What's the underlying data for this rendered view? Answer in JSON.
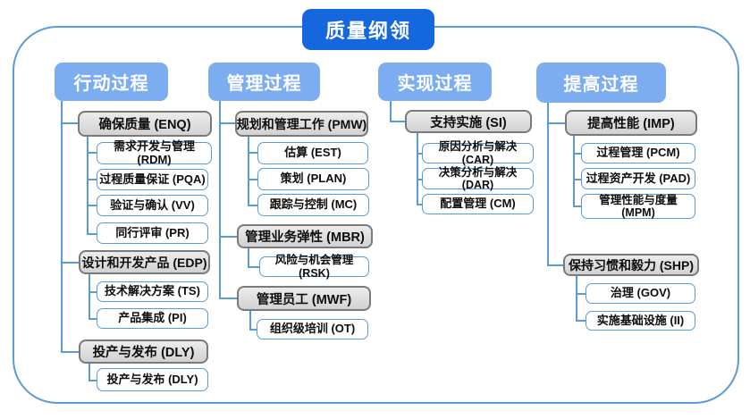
{
  "title": "质量纲领",
  "colors": {
    "title_bg": "#1567dd",
    "header_bg": "#7dadf1",
    "connector_line": "#5b9bd5",
    "group_box_fill": "#dcdcdc",
    "group_box_border": "#7a7a7a",
    "leaf_box_border": "#5b9bd5",
    "frame_border": "#5b9bd5",
    "text": "#0d0d0d"
  },
  "columns": [
    {
      "header": "行动过程",
      "groups": [
        {
          "label": "确保质量 (ENQ)",
          "children": [
            "需求开发与管理 (RDM)",
            "过程质量保证 (PQA)",
            "验证与确认 (VV)",
            "同行评审 (PR)"
          ]
        },
        {
          "label": "设计和开发产品 (EDP)",
          "children": [
            "技术解决方案 (TS)",
            "产品集成 (PI)"
          ]
        },
        {
          "label": "投产与发布 (DLY)",
          "children": [
            "投产与发布 (DLY)"
          ]
        }
      ]
    },
    {
      "header": "管理过程",
      "groups": [
        {
          "label": "规划和管理工作 (PMW)",
          "children": [
            "估算 (EST)",
            "策划 (PLAN)",
            "跟踪与控制 (MC)"
          ]
        },
        {
          "label": "管理业务弹性 (MBR)",
          "children": [
            "风险与机会管理 (RSK)"
          ]
        },
        {
          "label": "管理员工 (MWF)",
          "children": [
            "组织级培训 (OT)"
          ]
        }
      ]
    },
    {
      "header": "实现过程",
      "groups": [
        {
          "label": "支持实施 (SI)",
          "children": [
            "原因分析与解决 (CAR)",
            "决策分析与解决 (DAR)",
            "配置管理 (CM)"
          ]
        }
      ]
    },
    {
      "header": "提高过程",
      "groups": [
        {
          "label": "提高性能 (IMP)",
          "children": [
            "过程管理 (PCM)",
            "过程资产开发 (PAD)",
            "管理性能与度量 (MPM)"
          ]
        },
        {
          "label": "保持习惯和毅力 (SHP)",
          "children": [
            "治理 (GOV)",
            "实施基础设施 (II)"
          ]
        }
      ]
    }
  ]
}
